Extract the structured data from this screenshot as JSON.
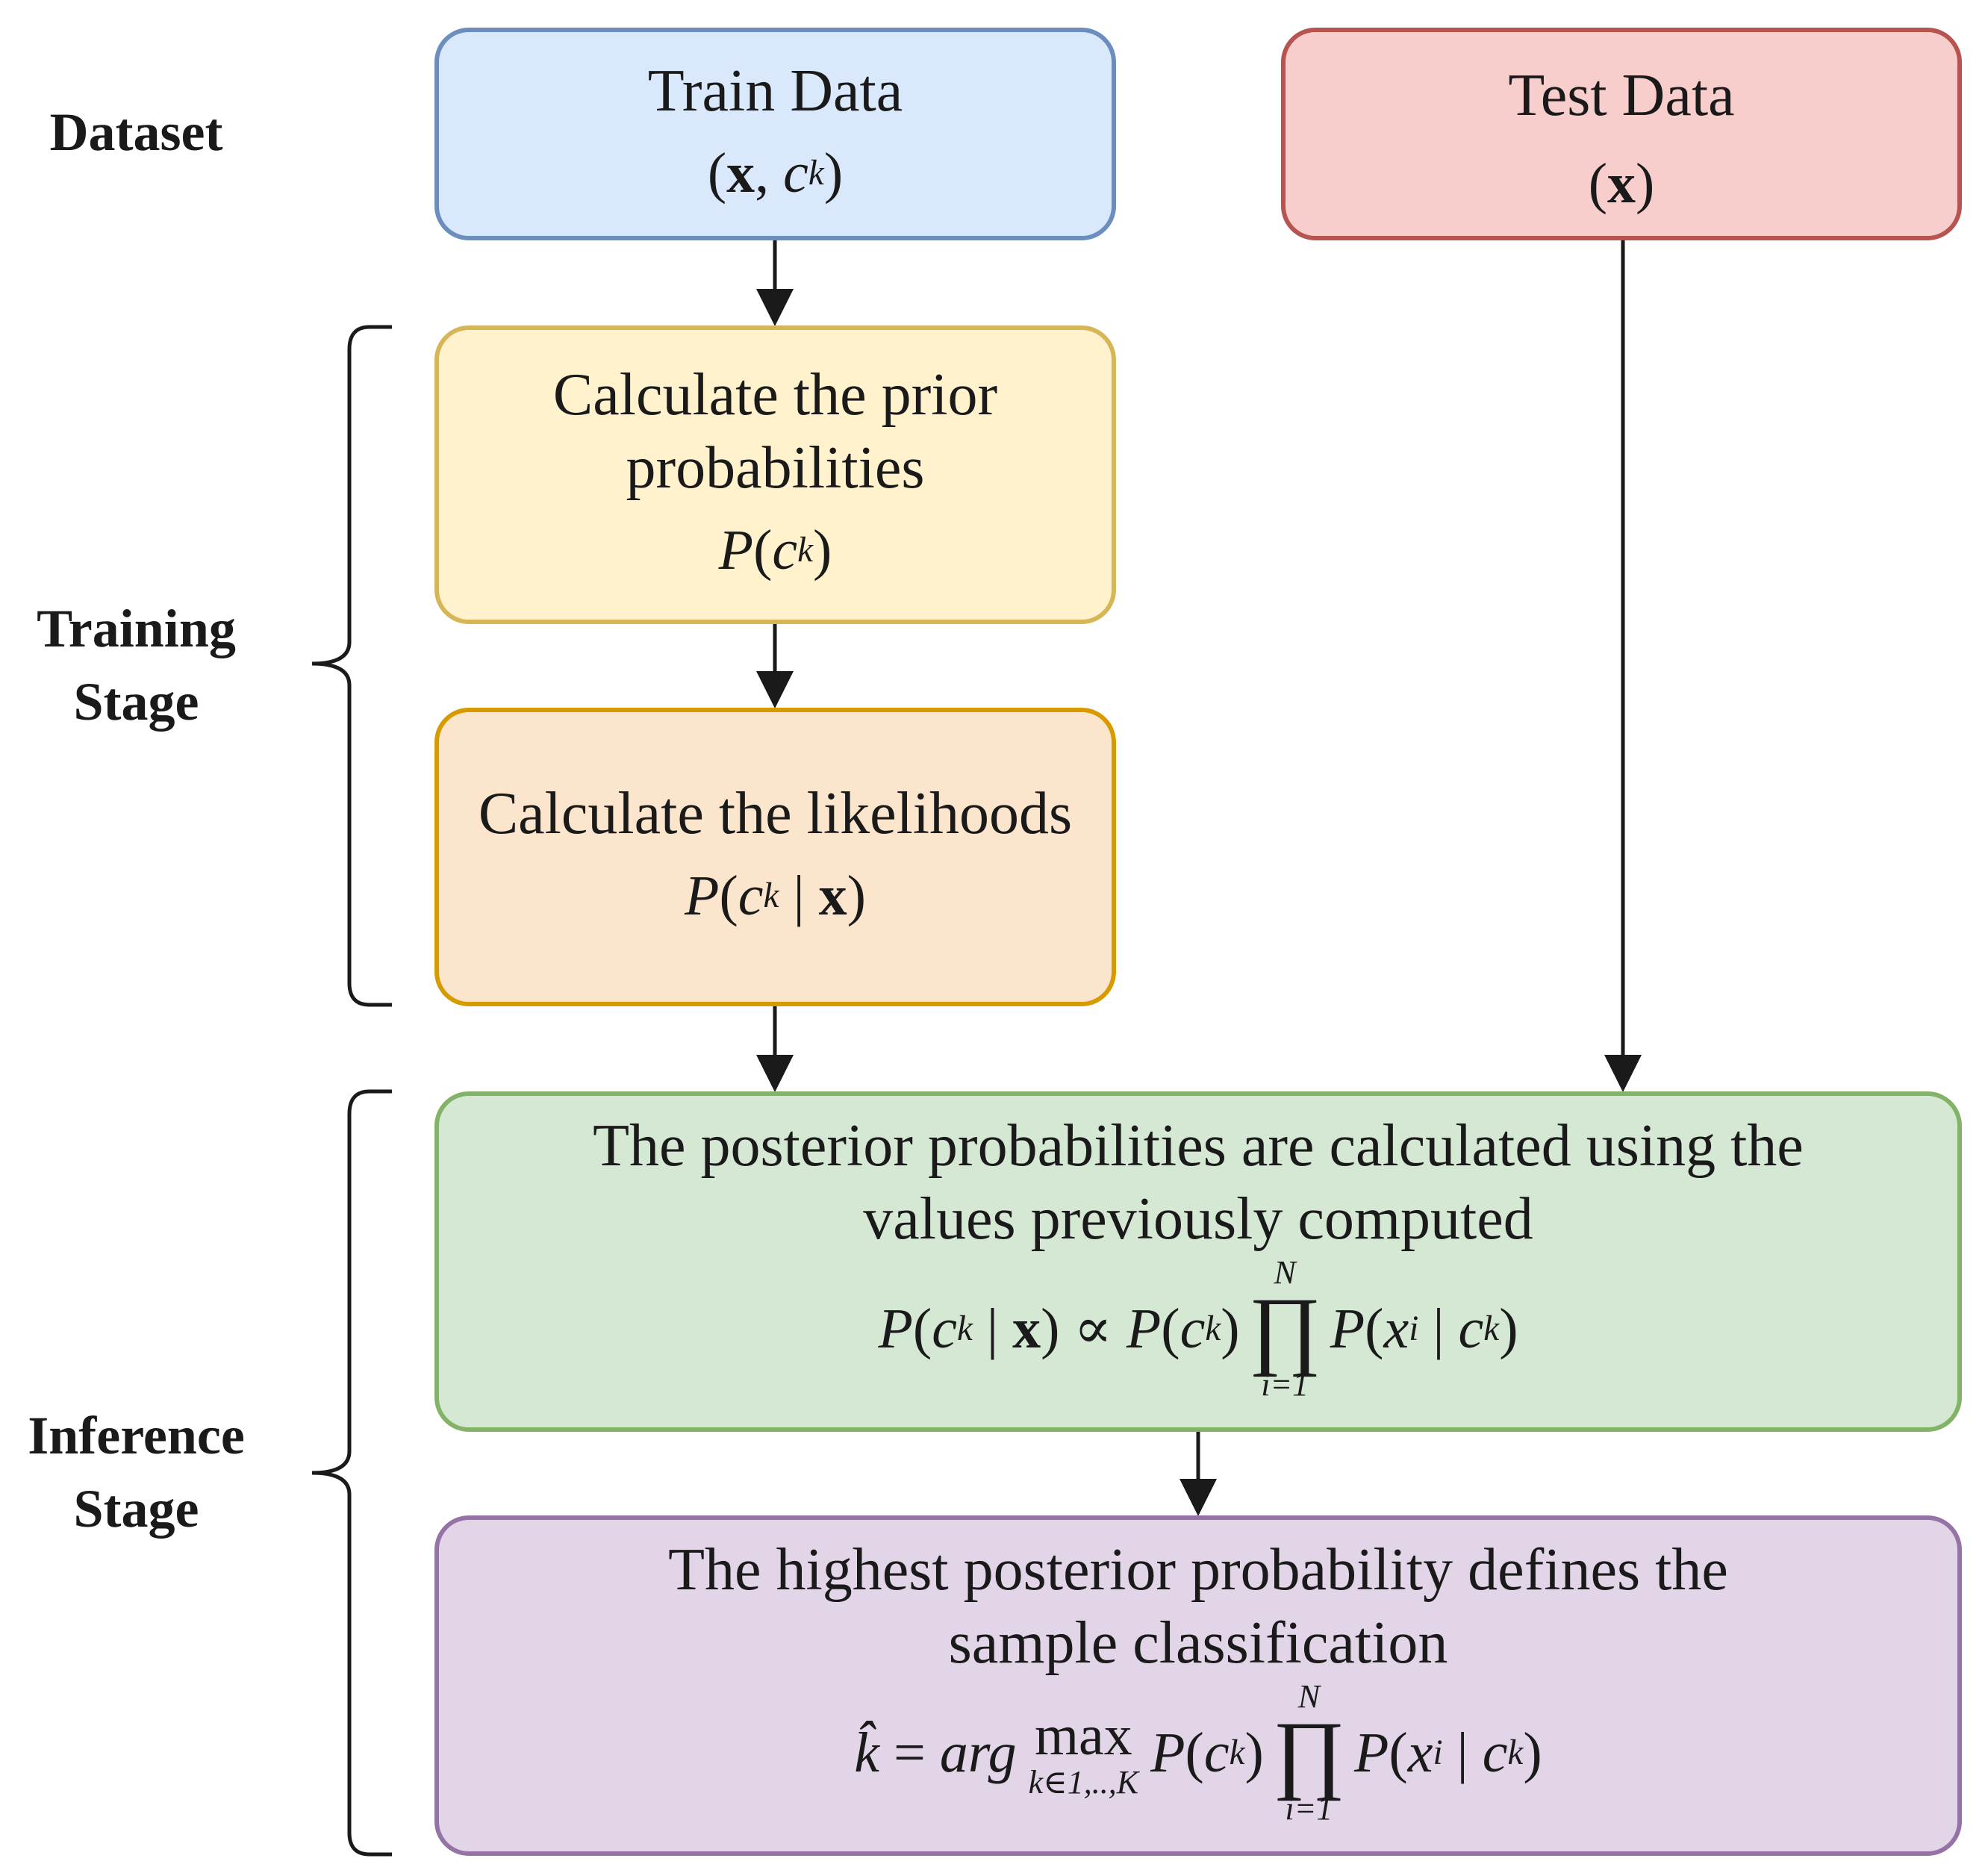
{
  "labels": {
    "dataset": "Dataset",
    "training_stage": [
      "Training",
      "Stage"
    ],
    "inference_stage": [
      "Inference",
      "Stage"
    ]
  },
  "nodes": {
    "train": {
      "title": "Train Data",
      "math": "(x, c_k)"
    },
    "test": {
      "title": "Test Data",
      "math": "(x)"
    },
    "prior": {
      "lines": [
        "Calculate the prior",
        "probabilities"
      ],
      "math": "P(c_k)"
    },
    "likelihood": {
      "title": "Calculate the likelihoods",
      "math": "P(c_k | x)"
    },
    "posterior": {
      "lines": [
        "The posterior probabilities are calculated using the",
        "values previously computed"
      ],
      "math": "P(c_k | x) ∝ P(c_k) ∏_{i=1}^{N} P(x_i | c_k)",
      "prod_upper": "N",
      "prod_lower": "i=1"
    },
    "classification": {
      "lines": [
        "The highest posterior probability defines the",
        "sample classification"
      ],
      "math": "k̂ = arg max_{k∈1,..,K} P(c_k) ∏_{i=1}^{N} P(x_i | c_k)",
      "max_lower": "k∈1,..,K",
      "prod_upper": "N",
      "prod_lower": "i=1"
    }
  },
  "colors": {
    "train_fill": "#dae8fc",
    "train_border": "#6c8ebf",
    "test_fill": "#f8cecc",
    "test_border": "#b85450",
    "prior_fill": "#fff2cc",
    "prior_border": "#d6b656",
    "likelihood_fill": "#fce5cd",
    "likelihood_border": "#d79b00",
    "posterior_fill": "#d5e8d4",
    "posterior_border": "#82b366",
    "classification_fill": "#e1d5e7",
    "classification_border": "#9673a6"
  }
}
